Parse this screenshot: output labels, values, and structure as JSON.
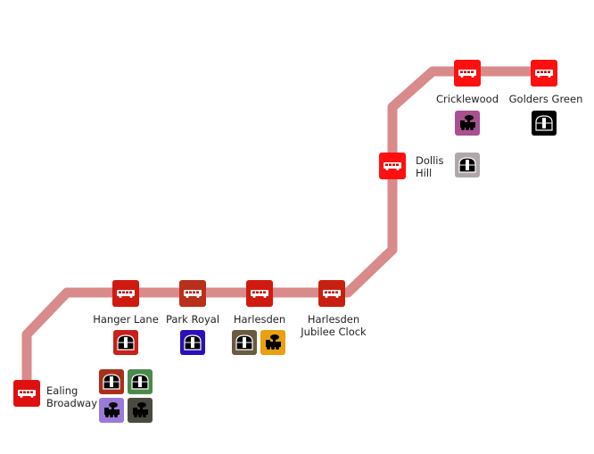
{
  "route": {
    "line_color": "#d98a8a",
    "stop_color": "#ff1a1a",
    "stops": [
      {
        "name": "Ealing Broadway",
        "label": [
          "Ealing",
          "Broadway"
        ],
        "icon": "bus-icon",
        "color": "#e01010"
      },
      {
        "name": "Hanger Lane",
        "label": [
          "Hanger Lane"
        ],
        "icon": "bus-icon",
        "color": "#d01a10"
      },
      {
        "name": "Park Royal",
        "label": [
          "Park Royal"
        ],
        "icon": "bus-icon",
        "color": "#b8301a"
      },
      {
        "name": "Harlesden",
        "label": [
          "Harlesden"
        ],
        "icon": "bus-icon",
        "color": "#d01a10"
      },
      {
        "name": "Harlesden Jubilee Clock",
        "label": [
          "Harlesden",
          "Jubilee Clock"
        ],
        "icon": "bus-icon",
        "color": "#c82010"
      },
      {
        "name": "Dollis Hill",
        "label": [
          "Dollis",
          "Hill"
        ],
        "icon": "bus-icon",
        "color": "#ff1010"
      },
      {
        "name": "Cricklewood",
        "label": [
          "Cricklewood"
        ],
        "icon": "bus-icon",
        "color": "#ff1010"
      },
      {
        "name": "Golders Green",
        "label": [
          "Golders Green"
        ],
        "icon": "bus-icon",
        "color": "#ff1010"
      }
    ]
  },
  "interchanges": {
    "ealing_broadway": [
      {
        "type": "underground",
        "color": "#a8301a"
      },
      {
        "type": "underground",
        "color": "#4a8a4a"
      },
      {
        "type": "rail",
        "color": "#9a7ad8"
      },
      {
        "type": "rail",
        "color": "#4a4a40"
      }
    ],
    "hanger_lane": [
      {
        "type": "underground",
        "color": "#c8201a"
      }
    ],
    "park_royal": [
      {
        "type": "underground",
        "color": "#2a10b8"
      }
    ],
    "harlesden": [
      {
        "type": "underground",
        "color": "#6a5a40"
      },
      {
        "type": "rail",
        "color": "#e8a010"
      }
    ],
    "dollis_hill": [
      {
        "type": "underground",
        "color": "#b0a8a8"
      }
    ],
    "cricklewood": [
      {
        "type": "rail",
        "color": "#a85090"
      }
    ],
    "golders_green": [
      {
        "type": "underground",
        "color": "#000000"
      }
    ]
  }
}
